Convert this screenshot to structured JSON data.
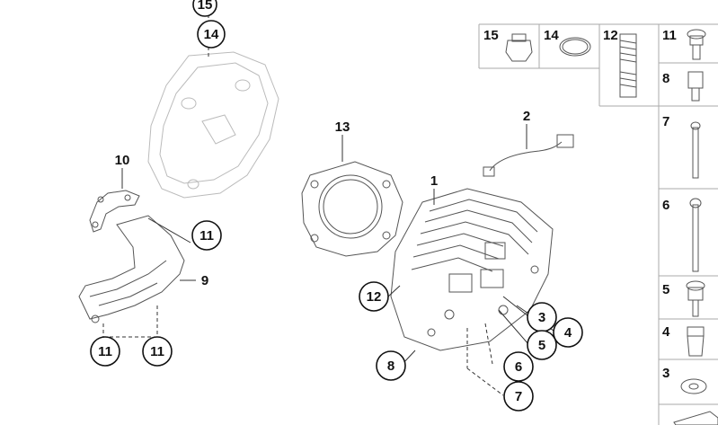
{
  "callouts": {
    "c15_top": "15",
    "c14_top": "14",
    "c10": "10",
    "c11_a": "11",
    "c9": "9",
    "c11_b": "11",
    "c11_c": "11",
    "c13": "13",
    "c2": "2",
    "c1": "1",
    "c12_mid": "12",
    "c8_mid": "8",
    "c3_mid": "3",
    "c4_mid": "4",
    "c5_mid": "5",
    "c6_mid": "6",
    "c7_mid": "7"
  },
  "parts_table": {
    "p15": "15",
    "p14": "14",
    "p12": "12",
    "p11": "11",
    "p8": "8",
    "p7": "7",
    "p6": "6",
    "p5": "5",
    "p4": "4",
    "p3": "3"
  },
  "colors": {
    "line": "#333333",
    "ghost": "#bbbbbb",
    "part": "#555555"
  }
}
